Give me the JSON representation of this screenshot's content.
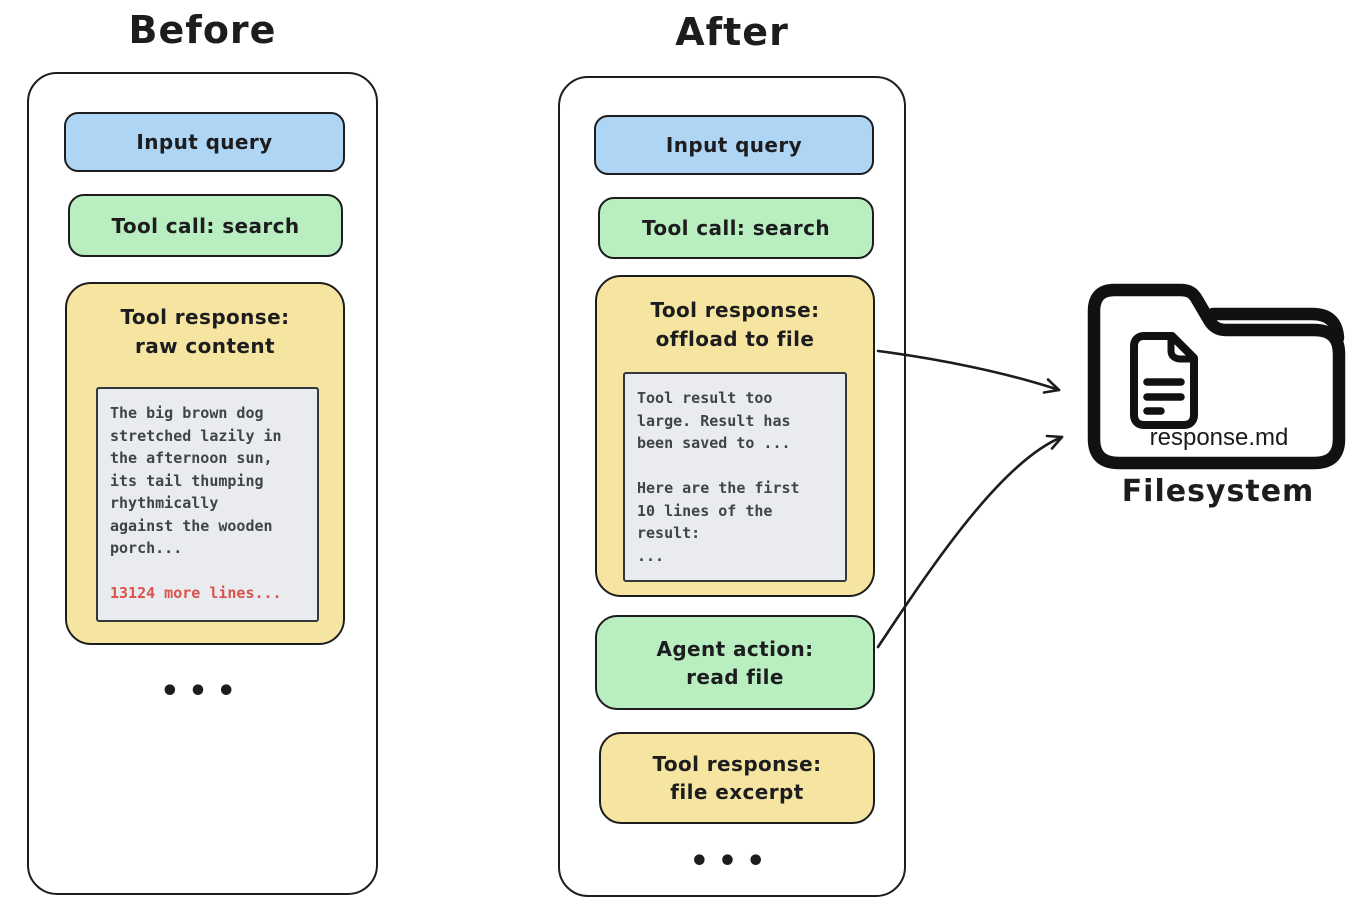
{
  "titles": {
    "before": "Before",
    "after": "After"
  },
  "before": {
    "input_query": "Input query",
    "tool_call": "Tool call: search",
    "tool_response_title": "Tool response:\nraw content",
    "raw_content": "The big brown dog\nstretched lazily in\nthe afternoon sun,\nits tail thumping\nrhythmically\nagainst the wooden\nporch...",
    "truncation_note": "13124 more lines...",
    "ellipsis": "•••"
  },
  "after": {
    "input_query": "Input query",
    "tool_call": "Tool call: search",
    "tool_response_title": "Tool response:\noffload to file",
    "offload_message": "Tool result too\nlarge. Result has\nbeen saved to ...\n\nHere are the first\n10 lines of the\nresult:\n...",
    "agent_action": "Agent action:\nread file",
    "tool_response_excerpt": "Tool response:\nfile excerpt",
    "ellipsis": "•••"
  },
  "filesystem": {
    "file_name": "response.md",
    "label": "Filesystem"
  },
  "colors": {
    "blue": "#aed5f4",
    "green": "#b9eec1",
    "yellow": "#f6e5a0",
    "panel": "#e9ebee",
    "red": "#d9524c",
    "ink": "#1d1d1f"
  }
}
